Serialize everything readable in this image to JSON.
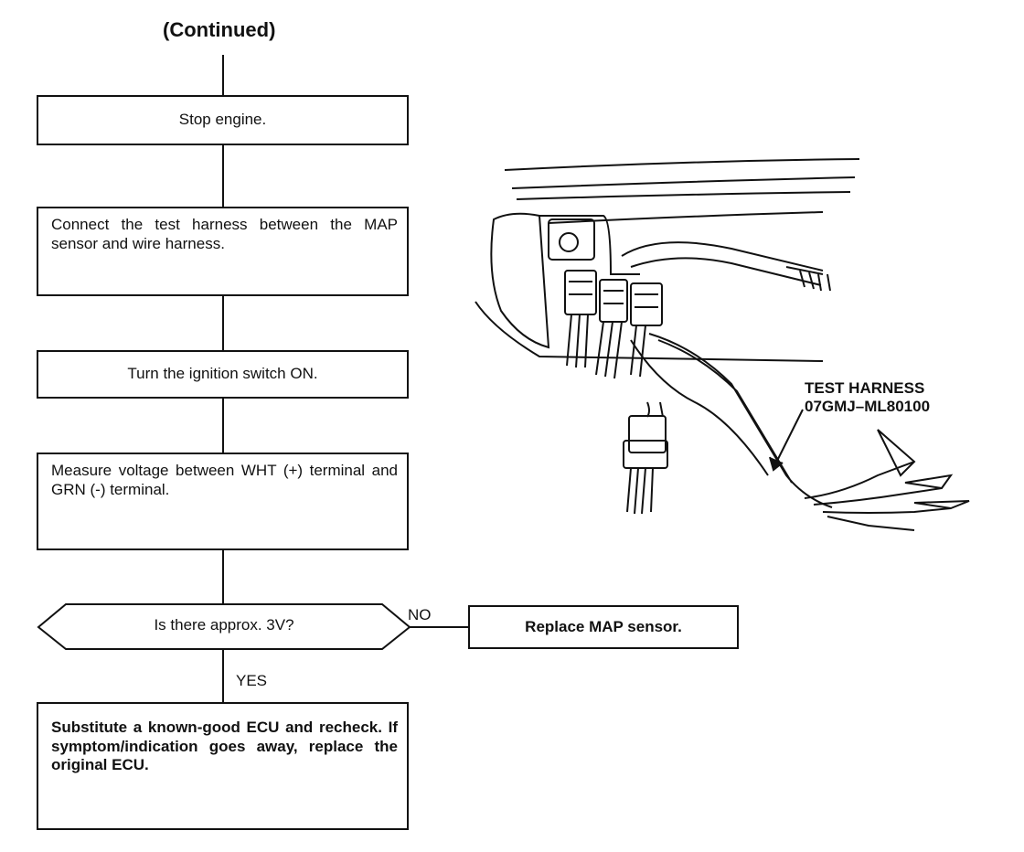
{
  "heading": "(Continued)",
  "steps": {
    "stop_engine": "Stop engine.",
    "connect_harness": "Connect the test harness between the MAP sensor and wire harness.",
    "ignition_on": "Turn the ignition switch ON.",
    "measure_voltage": "Measure voltage between WHT (+) terminal and GRN (-) terminal.",
    "decision": "Is there approx. 3V?",
    "replace_map": "Replace MAP sensor.",
    "substitute_ecu": "Substitute a known-good ECU and recheck. If symptom/indication goes away, replace the original ECU."
  },
  "branches": {
    "no": "NO",
    "yes": "YES"
  },
  "illustration": {
    "label_line1": "TEST HARNESS",
    "label_line2": "07GMJ–ML80100"
  }
}
